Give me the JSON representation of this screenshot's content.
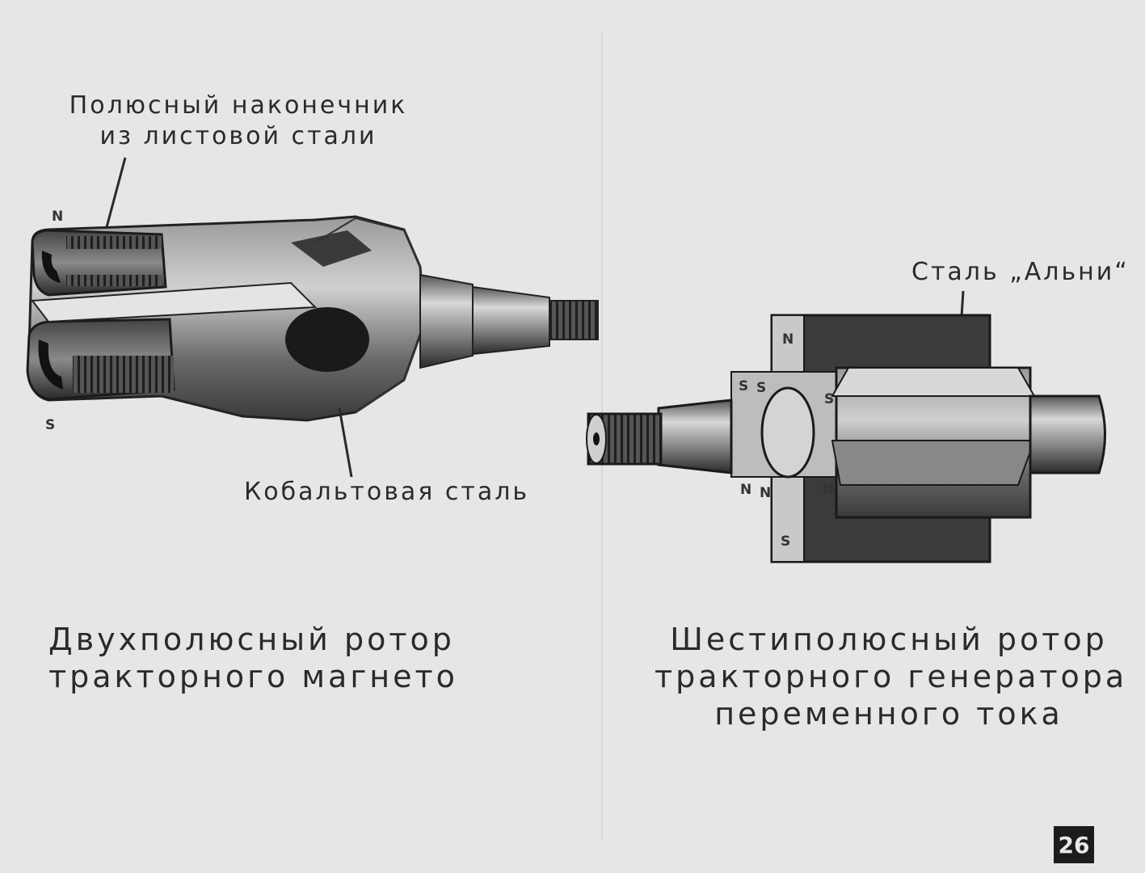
{
  "left": {
    "label_pole_tip": [
      "Полюсный наконечник",
      "из листовой стали"
    ],
    "label_cobalt": "Кобальтовая сталь",
    "pole_n": "N",
    "pole_s": "S",
    "caption": [
      "Двухполюсный ротор",
      "тракторного магнето"
    ]
  },
  "right": {
    "label_alni": "Сталь „Альни“",
    "pole_labels": [
      "N",
      "S",
      "S",
      "S",
      "N",
      "N",
      "N",
      "S"
    ],
    "caption": [
      "Шестиполюсный ротор",
      "тракторного генератора",
      "переменного тока"
    ]
  },
  "page_number": "26",
  "colors": {
    "background": "#e6e6e4",
    "metal_dark": "#2e2e2e",
    "metal_mid": "#7a7a7a",
    "metal_light": "#c8c8c8"
  }
}
